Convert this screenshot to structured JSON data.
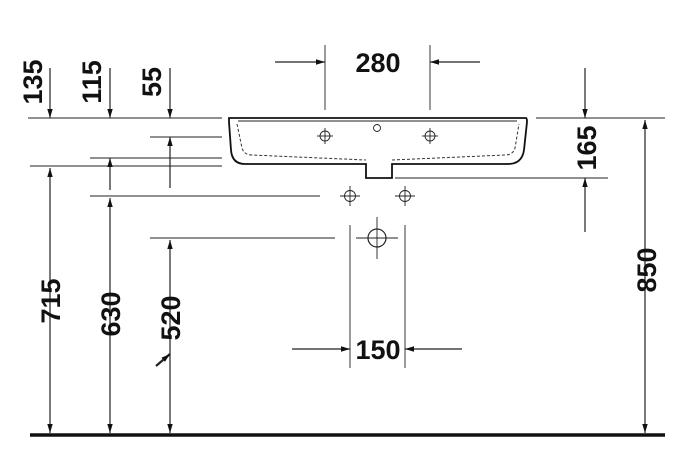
{
  "dimensions": {
    "top_spacing": "280",
    "left_135": "135",
    "left_115": "115",
    "left_55": "55",
    "right_165": "165",
    "height_715": "715",
    "height_630": "630",
    "height_520": "520",
    "height_850": "850",
    "bottom_spacing": "150"
  },
  "colors": {
    "line": "#222222",
    "background": "#ffffff"
  },
  "icons": [
    "tap-hole-crosshair-icon",
    "overflow-hole-icon",
    "supply-pipe-crosshair-icon",
    "drain-pipe-icon",
    "arrow-indicator-icon"
  ]
}
